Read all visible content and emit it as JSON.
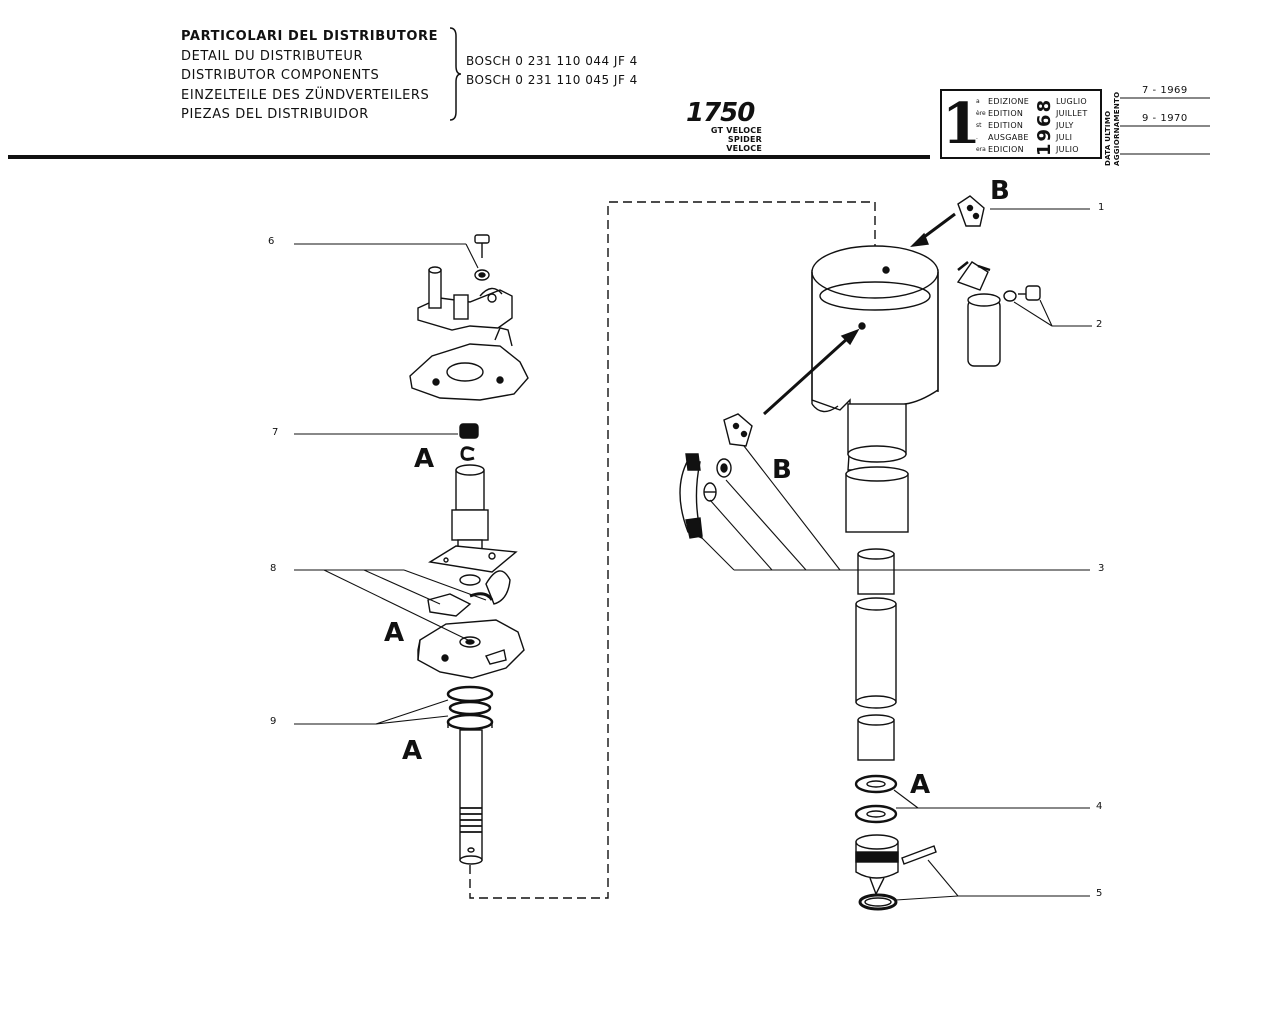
{
  "header": {
    "title_lines": [
      "PARTICOLARI DEL DISTRIBUTORE",
      "DETAIL DU DISTRIBUTEUR",
      "DISTRIBUTOR COMPONENTS",
      "EINZELTEILE DES ZÜNDVERTEILERS",
      "PIEZAS DEL DISTRIBUIDOR"
    ],
    "part_numbers": [
      "BOSCH 0 231 110 044 JF 4",
      "BOSCH 0 231 110 045 JF 4"
    ],
    "model": "1750",
    "versions": [
      "GT VELOCE",
      "SPIDER VELOCE"
    ]
  },
  "edition_box": {
    "number": "1",
    "suffixes": [
      "a",
      "ère",
      "st",
      ".",
      "era"
    ],
    "words": [
      "EDIZIONE",
      "EDITION",
      "EDITION",
      "AUSGABE",
      "EDICION"
    ],
    "year": "1968",
    "months": [
      "LUGLIO",
      "JUILLET",
      "JULY",
      "JULI",
      "JULIO"
    ],
    "update_label_lines": [
      "DATA ULTIMO",
      "AGGIORNAMENTO"
    ],
    "update_dates": [
      "7 - 1969",
      "9 - 1970"
    ]
  },
  "callouts": [
    "1",
    "2",
    "3",
    "4",
    "5",
    "6",
    "7",
    "8",
    "9"
  ],
  "letters": {
    "b1": "B",
    "b2": "B",
    "a1": "A",
    "a2": "A",
    "a3": "A",
    "a4": "A"
  },
  "colors": {
    "ink": "#111111",
    "paper": "#ffffff",
    "shade": "#d9d9d9"
  }
}
